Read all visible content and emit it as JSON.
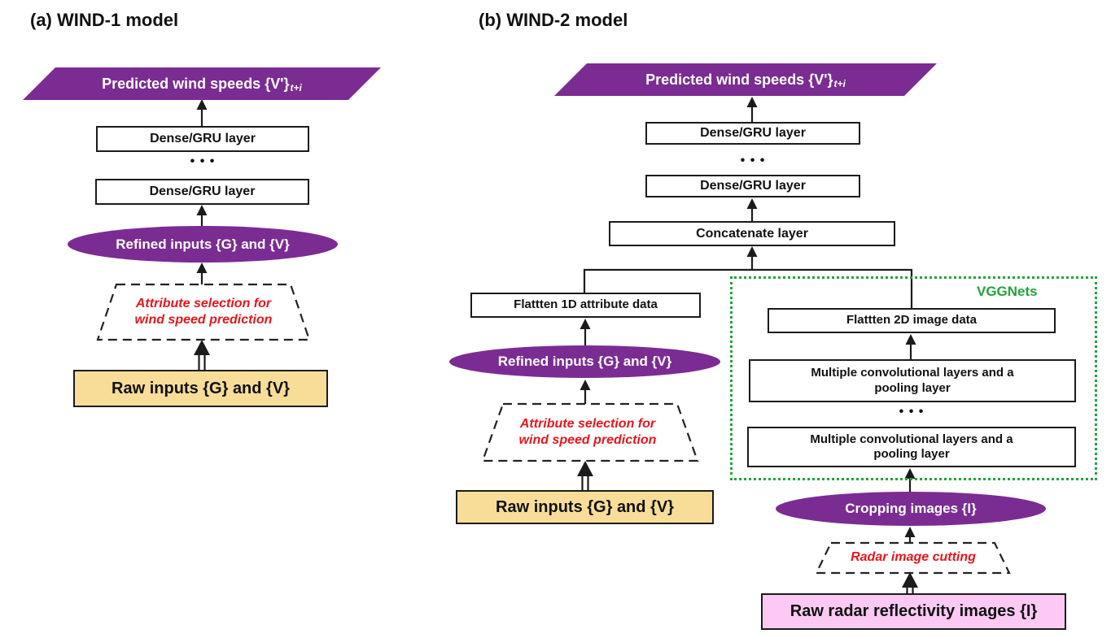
{
  "colors": {
    "purple": "#7b2c92",
    "yellow": "#f8dd99",
    "pink": "#fbc9f3",
    "green": "#1fa53b",
    "red": "#e6161b",
    "line": "#1b1b1b"
  },
  "diagram_a": {
    "title": "(a) WIND-1 model",
    "predicted_label": "Predicted wind speeds {V'}",
    "predicted_sub": "t+i",
    "dense_top": "Dense/GRU layer",
    "ellipsis": "• • •",
    "dense_bottom": "Dense/GRU layer",
    "refined_inputs": "Refined inputs {G} and {V}",
    "attribute_selection_line1": "Attribute selection for",
    "attribute_selection_line2": "wind speed prediction",
    "raw_inputs": "Raw inputs {G} and {V}"
  },
  "diagram_b": {
    "title": "(b) WIND-2 model",
    "predicted_label": "Predicted wind speeds {V'}",
    "predicted_sub": "t+i",
    "dense_top": "Dense/GRU layer",
    "ellipsis": "• • •",
    "dense_bottom": "Dense/GRU layer",
    "concatenate": "Concatenate layer",
    "flatten_1d": "Flattten 1D attribute data",
    "refined_inputs": "Refined inputs {G} and {V}",
    "attribute_selection_line1": "Attribute selection for",
    "attribute_selection_line2": "wind speed prediction",
    "raw_inputs": "Raw inputs {G} and {V}",
    "vggnets_label": "VGGNets",
    "flatten_2d": "Flattten 2D image data",
    "conv_top_line1": "Multiple convolutional layers and a",
    "conv_top_line2": "pooling layer",
    "conv_ellipsis": "• • •",
    "conv_bottom_line1": "Multiple convolutional layers and a",
    "conv_bottom_line2": "pooling layer",
    "cropping_images": "Cropping images {I}",
    "radar_cutting": "Radar image cutting",
    "raw_radar": "Raw radar reflectivity images {I}"
  }
}
